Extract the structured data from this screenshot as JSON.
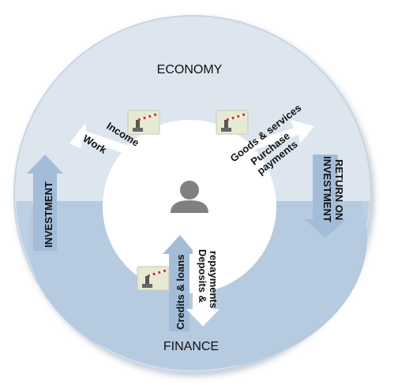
{
  "regions": {
    "economy": "ECONOMY",
    "finance": "FINANCE"
  },
  "flows": {
    "work": "Work",
    "income": "Income",
    "goods_services": "Goods & services",
    "purchase_payments_line1": "Purchase",
    "purchase_payments_line2": "payments",
    "investment": "INVESTMENT",
    "return_line1": "RETURN ON",
    "return_line2": "INVESTMENT",
    "credits_loans": "Credits & loans",
    "deposits_line1": "Deposits &",
    "deposits_line2": "repayments"
  },
  "icons": {
    "center": "person-icon",
    "gates": [
      "barrier-gate-icon",
      "barrier-gate-icon",
      "barrier-gate-icon"
    ]
  },
  "colors": {
    "outer_light": "#dbe4ef",
    "outer_edge": "#c5d3e4",
    "finance_fill": "#b9cde2",
    "arrow_blue": "#9db8d6",
    "arrow_white": "#ffffff",
    "center_white": "#ffffff",
    "person": "#7f7f7f",
    "gate_bg": "#e8ecd6"
  }
}
